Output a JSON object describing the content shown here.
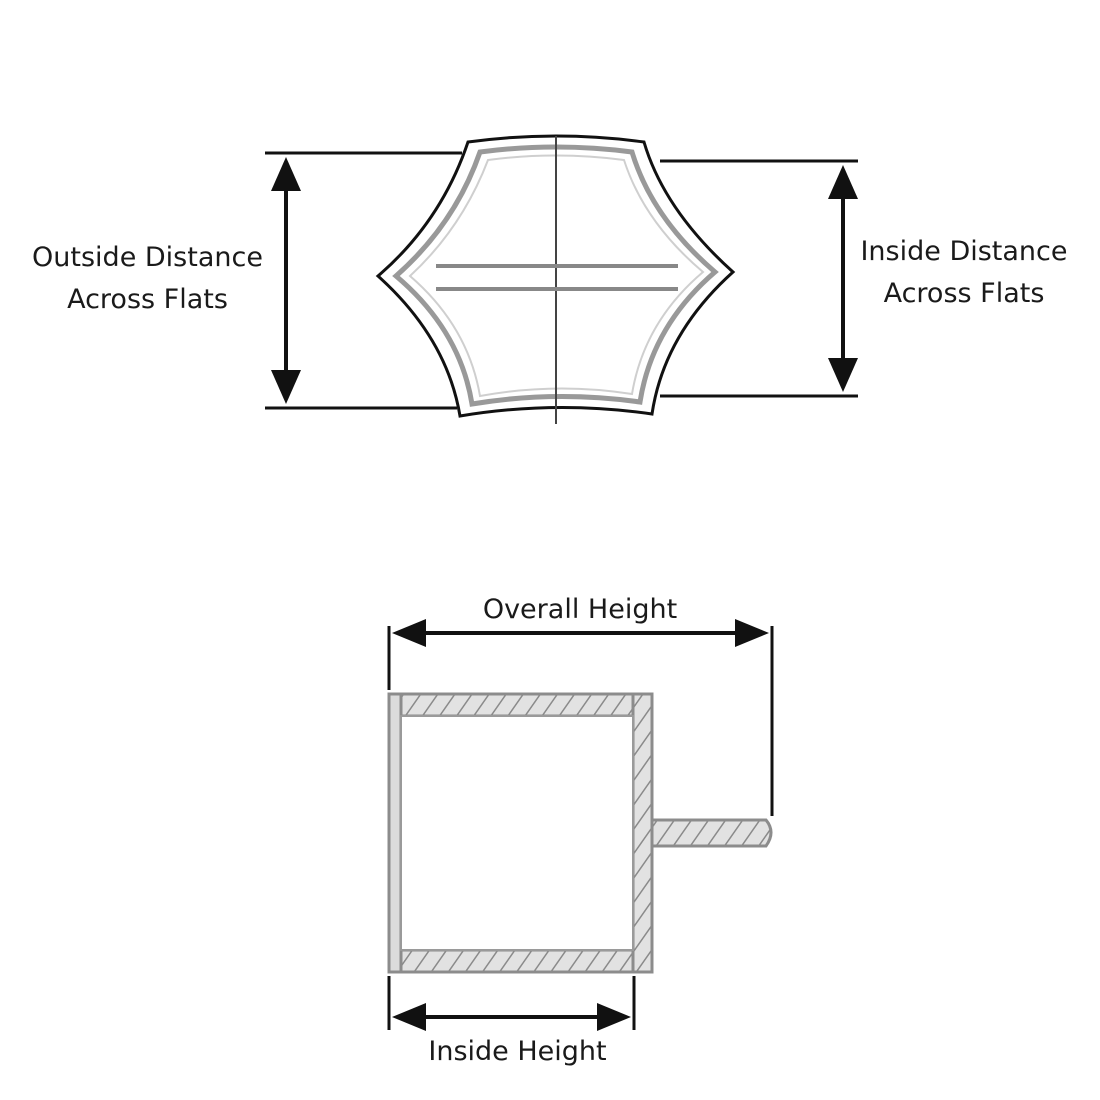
{
  "labels": {
    "outside_distance_across_flats": [
      "Outside Distance",
      "Across Flats"
    ],
    "inside_distance_across_flats": [
      "Inside Distance",
      "Across Flats"
    ],
    "overall_height": "Overall Height",
    "inside_height": "Inside Height"
  },
  "colors": {
    "ink": "#111111",
    "part_outline": "#8c8c8c",
    "part_fill": "#dcdcdc",
    "hatch": "#9a9a9a"
  }
}
